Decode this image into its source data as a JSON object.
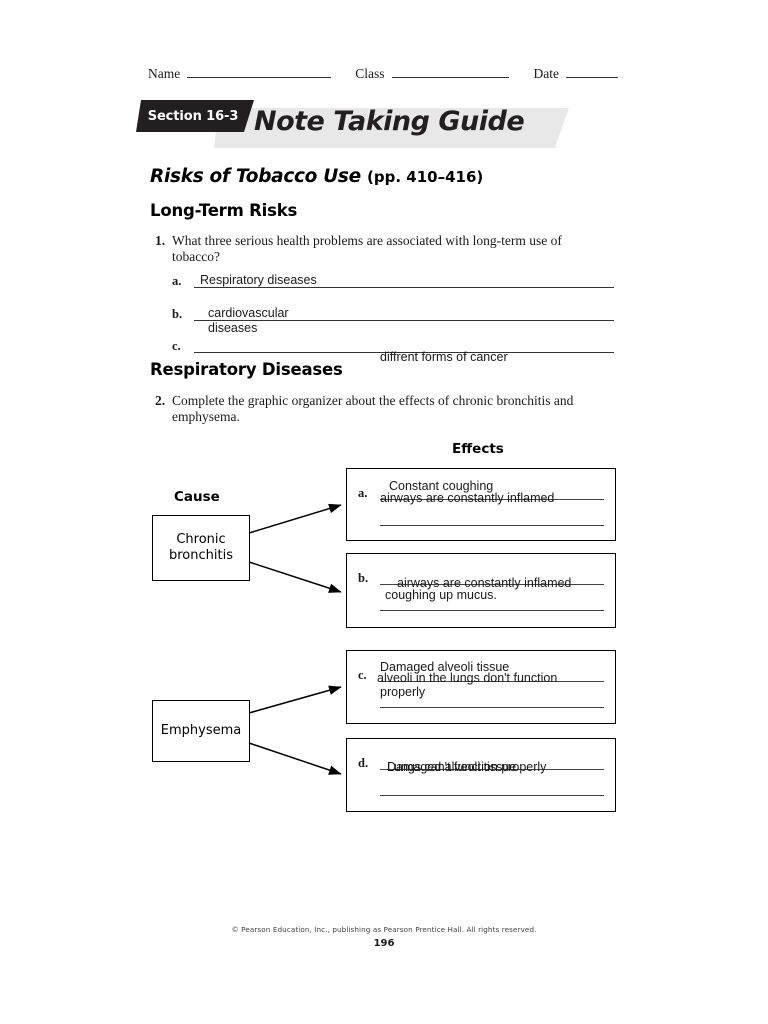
{
  "header": {
    "name_label": "Name",
    "class_label": "Class",
    "date_label": "Date"
  },
  "banner": {
    "section_tag": "Section 16-3",
    "title": "Note Taking Guide"
  },
  "worksheet": {
    "topic_title": "Risks of Tobacco Use",
    "topic_pages": "(pp. 410–416)",
    "subheading_long_term": "Long-Term Risks",
    "subheading_respiratory": "Respiratory Diseases"
  },
  "questions": [
    {
      "number": "1.",
      "text": "What three serious health problems are associated with long-term use of tobacco?"
    },
    {
      "number": "2.",
      "text": "Complete the graphic organizer about the effects of chronic bronchitis and emphysema."
    }
  ],
  "answers": [
    {
      "letter": "a.",
      "written": "Respiratory diseases",
      "written_second": ""
    },
    {
      "letter": "b.",
      "written": "cardiovascular",
      "written_second": "diseases"
    },
    {
      "letter": "c.",
      "written": "diffrent forms of cancer",
      "written_second": ""
    }
  ],
  "organizer": {
    "effects_label": "Effects",
    "cause_label": "Cause",
    "causes": [
      {
        "label": "Chronic bronchitis"
      },
      {
        "label": "Emphysema"
      }
    ],
    "effect_boxes": [
      {
        "letter": "a.",
        "line1": "Constant coughing",
        "line2": "airways are constantly inflamed",
        "line3": ""
      },
      {
        "letter": "b.",
        "line1": "airways are constantly inflamed",
        "line2": "coughing up mucus.",
        "line3": ""
      },
      {
        "letter": "c.",
        "line1": "Damaged alveoli tissue",
        "line2": "alveoli in the lungs don't function",
        "line3": "properly"
      },
      {
        "letter": "d.",
        "line1": "Lungs can't function properly",
        "line2": "Damaged alveoli tissue",
        "line3": ""
      }
    ]
  },
  "footer": {
    "copyright": "© Pearson Education, Inc., publishing as Pearson Prentice Hall.  All rights reserved.",
    "page_number": "196"
  }
}
